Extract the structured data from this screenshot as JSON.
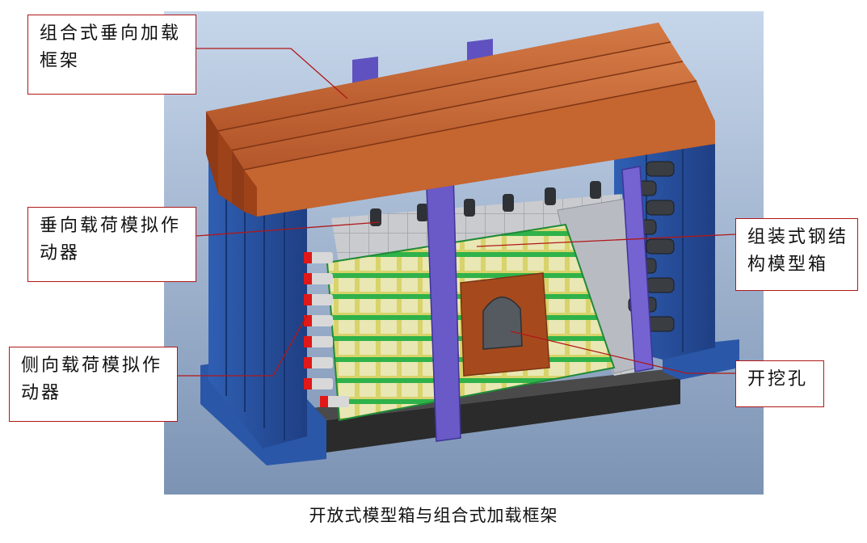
{
  "labels": {
    "vertical_frame": "组合式垂向加载\n框架",
    "vertical_actuator": "垂向载荷模拟作\n动器",
    "lateral_actuator": "侧向载荷模拟作\n动器",
    "steel_box": "组装式钢结\n构模型箱",
    "excavation": "开挖孔"
  },
  "caption": "开放式模型箱与组合式加载框架",
  "colors": {
    "background_top": "#c6d6ea",
    "background_bottom": "#7c93b4",
    "beam": "#c0602d",
    "frame_blue": "#2a4f9a",
    "strut_purple": "#6a5ac8",
    "grid_green": "#2fb24a",
    "grid_yellow": "#d8d36a",
    "excavation_plate": "#a64a1e",
    "leader_line": "#b01818"
  }
}
